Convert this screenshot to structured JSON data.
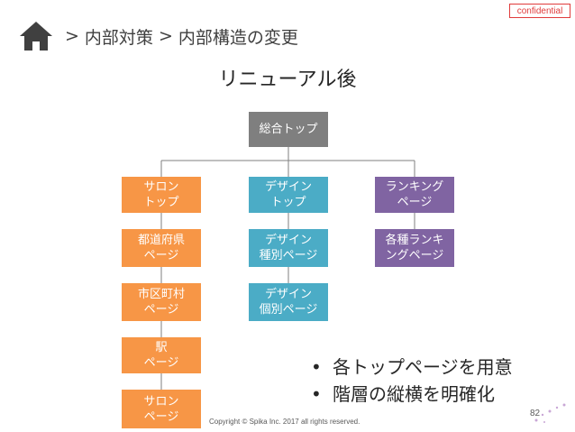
{
  "badge": "confidential",
  "breadcrumb": {
    "items": [
      "内部対策",
      "内部構造の変更"
    ],
    "separator": ">"
  },
  "title": "リニューアル後",
  "tree": {
    "root": "総合トップ",
    "columns": [
      {
        "color": "#f79646",
        "nodes": [
          "サロン\nトップ",
          "都道府県\nページ",
          "市区町村\nページ",
          "駅\nページ",
          "サロン\nページ"
        ]
      },
      {
        "color": "#4bacc6",
        "nodes": [
          "デザイン\nトップ",
          "デザイン\n種別ページ",
          "デザイン\n個別ページ"
        ]
      },
      {
        "color": "#8064a2",
        "nodes": [
          "ランキング\nページ",
          "各種ランキ\nングページ"
        ]
      }
    ]
  },
  "bullets": [
    "各トップページを用意",
    "階層の縦横を明確化"
  ],
  "footer": "Copyright © Spika Inc. 2017 all rights reserved.",
  "page_number": "82"
}
